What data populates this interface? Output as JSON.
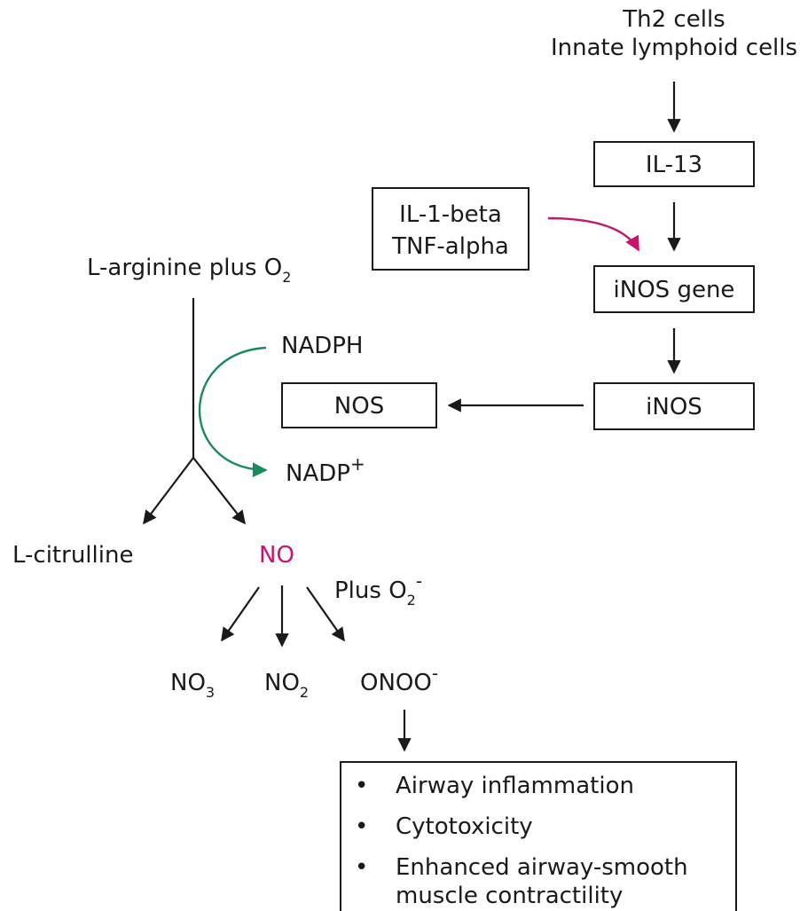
{
  "colors": {
    "text": "#1a1a1a",
    "magenta": "#c8146e",
    "green": "#1a8a5a"
  },
  "sources": {
    "line1": "Th2 cells",
    "line2": "Innate lymphoid cells"
  },
  "boxes": {
    "il13": "IL-13",
    "cytokines": {
      "line1": "IL-1-beta",
      "line2": "TNF-alpha"
    },
    "inos_gene": "iNOS gene",
    "inos": "iNOS",
    "nos": "NOS"
  },
  "substrate": {
    "text": "L-arginine plus O",
    "sub": "2"
  },
  "cofactor": {
    "nadph": "NADPH",
    "nadp": "NADP",
    "nadp_sup": "+"
  },
  "products": {
    "citrulline": "L-citrulline",
    "no": "NO"
  },
  "superoxide": {
    "text": "Plus O",
    "sub": "2",
    "sup": "-"
  },
  "derivatives": {
    "no3": "NO",
    "no3_sub": "3",
    "no2": "NO",
    "no2_sub": "2",
    "onoo": "ONOO",
    "onoo_sup": "-"
  },
  "effects": {
    "bullet": "•",
    "items": [
      "Airway inflammation",
      "Cytotoxicity",
      "Enhanced airway-smooth"
    ],
    "continuation": "muscle contractility"
  }
}
